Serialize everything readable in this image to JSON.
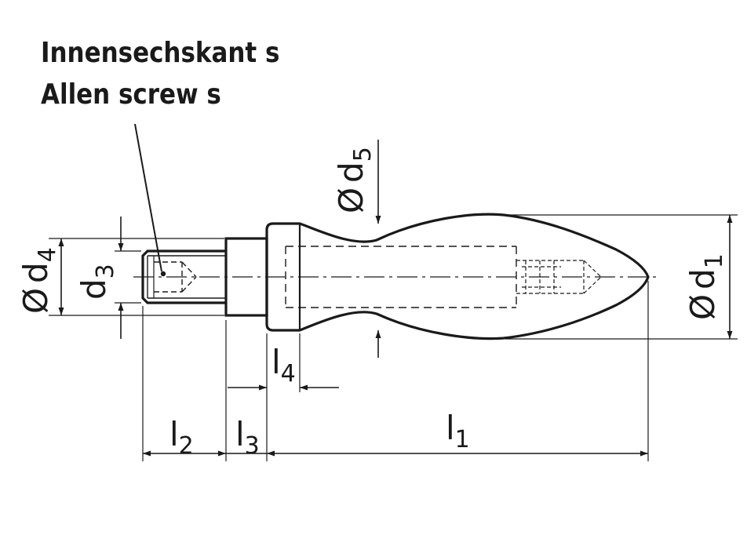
{
  "callout": {
    "line_de": "Innensechskant s",
    "line_en": "Allen screw s"
  },
  "dimensions": {
    "d1": {
      "prefix": "Ø",
      "letter": "d",
      "sub": "1"
    },
    "d3": {
      "letter": "d",
      "sub": "3"
    },
    "d4": {
      "prefix": "Ø",
      "letter": "d",
      "sub": "4"
    },
    "d5": {
      "prefix": "Ø",
      "letter": "d",
      "sub": "5"
    },
    "l1": {
      "letter": "l",
      "sub": "1"
    },
    "l2": {
      "letter": "l",
      "sub": "2"
    },
    "l3": {
      "letter": "l",
      "sub": "3"
    },
    "l4": {
      "letter": "l",
      "sub": "4"
    }
  },
  "colors": {
    "ink": "#1a1a1a",
    "paper": "#ffffff"
  }
}
